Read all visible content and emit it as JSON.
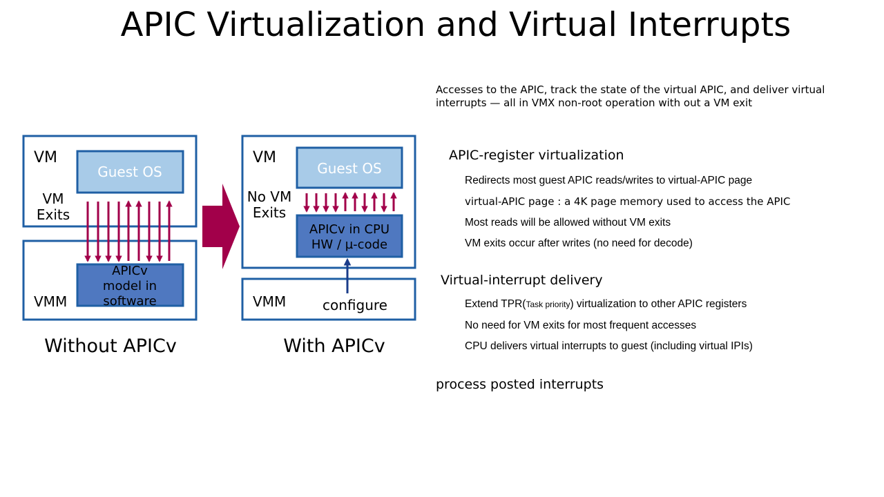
{
  "slide": {
    "title": "APIC Virtualization and Virtual Interrupts"
  },
  "diagram": {
    "without": {
      "vm_label": "VM",
      "guest_os": "Guest OS",
      "vm_exits_line1": "VM",
      "vm_exits_line2": "Exits",
      "vmm_label": "VMM",
      "model_line1": "APICv",
      "model_line2": "model in",
      "model_line3": "software",
      "caption": "Without APICv"
    },
    "with": {
      "vm_label": "VM",
      "guest_os": "Guest OS",
      "no_exits_line1": "No VM",
      "no_exits_line2": "Exits",
      "cpu_line1": "APICv in CPU",
      "cpu_line2": "HW / µ-code",
      "vmm_label": "VMM",
      "configure": "configure",
      "caption": "With APICv"
    },
    "colors": {
      "frame": "#1f5fa4",
      "guest_fill": "#a8cbe8",
      "model_fill": "#4f78c0",
      "arrow": "#a2004a",
      "label_white": "#ffffff",
      "config_arrow": "#1a3c8a"
    }
  },
  "text": {
    "intro": "Accesses to the APIC, track the state of the virtual APIC, and deliver virtual interrupts — all in VMX non-root operation with out a VM exit",
    "section1": {
      "heading": "APIC-register virtualization",
      "items": [
        "Redirects most guest APIC reads/writes to virtual-APIC page",
        "virtual-APIC page : a 4K page memory used to access the APIC",
        "Most reads will be allowed without VM exits",
        "VM exits occur after writes (no need for decode)"
      ]
    },
    "section2": {
      "heading": "Virtual-interrupt delivery",
      "item1_pre": "Extend TPR(",
      "item1_small": "Task priority",
      "item1_post": ") virtualization to other APIC registers",
      "item2": "No need for VM exits for most frequent accesses",
      "item3": "CPU delivers virtual interrupts to guest (including virtual IPIs)"
    },
    "final": "process posted interrupts"
  }
}
